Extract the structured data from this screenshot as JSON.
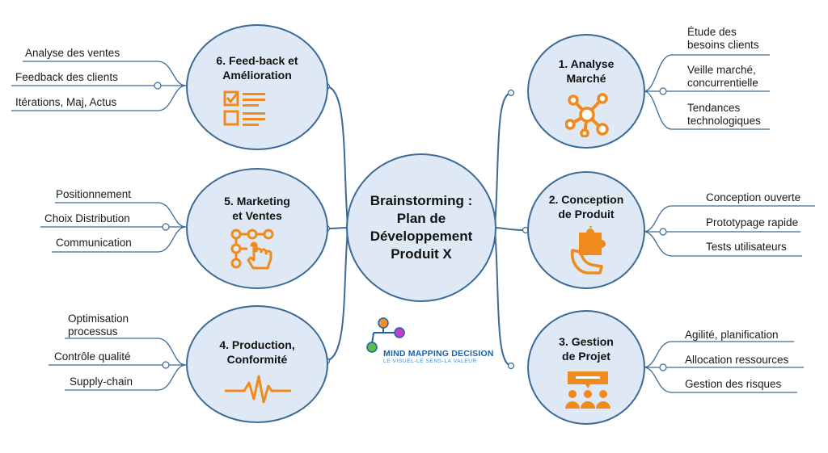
{
  "center": {
    "line1": "Brainstorming :",
    "line2": "Plan de",
    "line3": "Développement",
    "line4": "Produit X"
  },
  "branches": [
    {
      "id": "1",
      "title_line1": "1. Analyse",
      "title_line2": "Marché",
      "icon": "network-nodes-icon",
      "items": [
        {
          "line1": "Étude des",
          "line2": "besoins clients"
        },
        {
          "line1": "Veille marché,",
          "line2": "concurrentielle"
        },
        {
          "line1": "Tendances",
          "line2": "technologiques"
        }
      ]
    },
    {
      "id": "2",
      "title_line1": "2. Conception",
      "title_line2": "de Produit",
      "icon": "hand-puzzle-icon",
      "items": [
        {
          "line1": "Conception ouverte"
        },
        {
          "line1": "Prototypage rapide"
        },
        {
          "line1": "Tests utilisateurs"
        }
      ]
    },
    {
      "id": "3",
      "title_line1": "3. Gestion",
      "title_line2": "de Projet",
      "icon": "team-presentation-icon",
      "items": [
        {
          "line1": "Agilité, planification"
        },
        {
          "line1": "Allocation ressources"
        },
        {
          "line1": "Gestion des risques"
        }
      ]
    },
    {
      "id": "4",
      "title_line1": "4. Production,",
      "title_line2": "Conformité",
      "icon": "pulse-wave-icon",
      "items": [
        {
          "line1": "Optimisation",
          "line2": "processus"
        },
        {
          "line1": "Contrôle qualité"
        },
        {
          "line1": "Supply-chain"
        }
      ]
    },
    {
      "id": "5",
      "title_line1": "5. Marketing",
      "title_line2": "et Ventes",
      "icon": "touch-flow-icon",
      "items": [
        {
          "line1": "Positionnement"
        },
        {
          "line1": "Choix Distribution"
        },
        {
          "line1": "Communication"
        }
      ]
    },
    {
      "id": "6",
      "title_line1": "6. Feed-back et",
      "title_line2": "Amélioration",
      "icon": "checklist-icon",
      "items": [
        {
          "line1": "Analyse des ventes"
        },
        {
          "line1": "Feedback des clients"
        },
        {
          "line1": "Itérations, Maj, Actus"
        }
      ]
    }
  ],
  "logo": {
    "name": "MIND MAPPING DECISION",
    "tagline": "LE VISUEL-LE SENS-LA VALEUR",
    "colors": [
      "#f0902a",
      "#c43cc8",
      "#5bbf4a",
      "#1f5fa8"
    ]
  },
  "colors": {
    "line": "#3b6a97",
    "node_fill": "#dfe9f5",
    "icon": "#f08a1c"
  }
}
